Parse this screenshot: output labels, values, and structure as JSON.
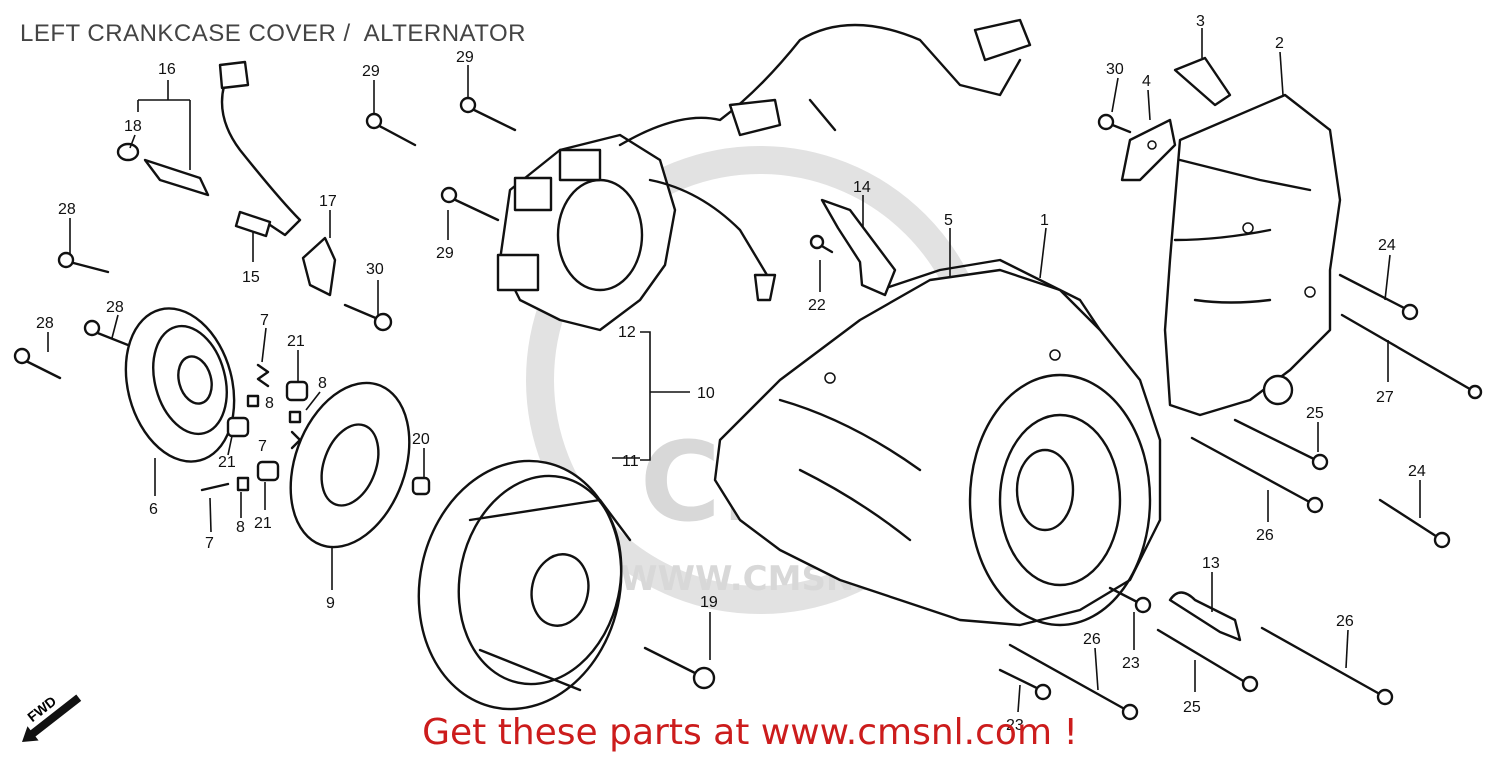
{
  "title": "LEFT CRANKCASE COVER /  ALTERNATOR",
  "footer": "Get these parts at www.cmsnl.com !",
  "watermark": "WWW.CMSNL.COM",
  "direction_label": "FWD",
  "callouts": {
    "c1": "1",
    "c2": "2",
    "c3": "3",
    "c4": "4",
    "c5": "5",
    "c6": "6",
    "c7a": "7",
    "c7b": "7",
    "c7c": "7",
    "c8a": "8",
    "c8b": "8",
    "c8c": "8",
    "c9": "9",
    "c10": "10",
    "c11": "11",
    "c12": "12",
    "c13": "13",
    "c14": "14",
    "c15": "15",
    "c16": "16",
    "c17": "17",
    "c18": "18",
    "c19": "19",
    "c20": "20",
    "c21a": "21",
    "c21b": "21",
    "c21c": "21",
    "c22": "22",
    "c23a": "23",
    "c23b": "23",
    "c24a": "24",
    "c24b": "24",
    "c25a": "25",
    "c25b": "25",
    "c26a": "26",
    "c26b": "26",
    "c26c": "26",
    "c27": "27",
    "c28a": "28",
    "c28b": "28",
    "c28c": "28",
    "c29a": "29",
    "c29b": "29",
    "c29c": "29",
    "c30a": "30",
    "c30b": "30"
  },
  "colors": {
    "ink": "#111111",
    "promo": "#cc1c1c",
    "watermark": "#d8d8d8"
  }
}
